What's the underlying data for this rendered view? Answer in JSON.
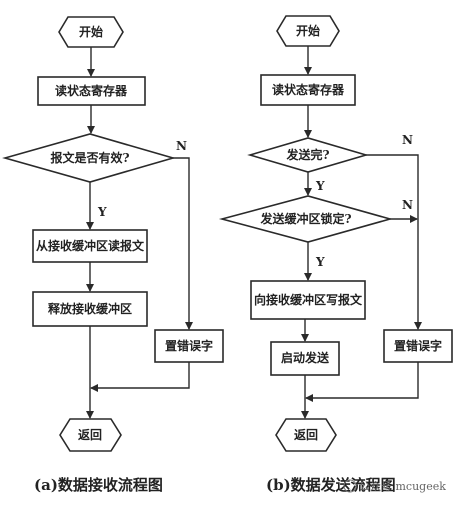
{
  "diagram_a": {
    "start": "开始",
    "read_status": "读状态寄存器",
    "decision_valid": "报文是否有效?",
    "read_buffer": "从接收缓冲区读报文",
    "release_buffer": "释放接收缓冲区",
    "set_error": "置错误字",
    "end": "返回",
    "yes": "Y",
    "no": "N",
    "caption": "(a)数据接收流程图"
  },
  "diagram_b": {
    "start": "开始",
    "read_status": "读状态寄存器",
    "decision_sent": "发送完?",
    "decision_locked": "发送缓冲区锁定?",
    "write_buffer": "向接收缓冲区写报文",
    "start_send": "启动发送",
    "set_error": "置错误字",
    "end": "返回",
    "yes1": "Y",
    "yes2": "Y",
    "no1": "N",
    "no2": "N",
    "caption": "(b)数据发送流程图"
  },
  "watermark": "公众号 mcugeek",
  "colors": {
    "line": "#2a2a2a",
    "background": "#ffffff"
  }
}
